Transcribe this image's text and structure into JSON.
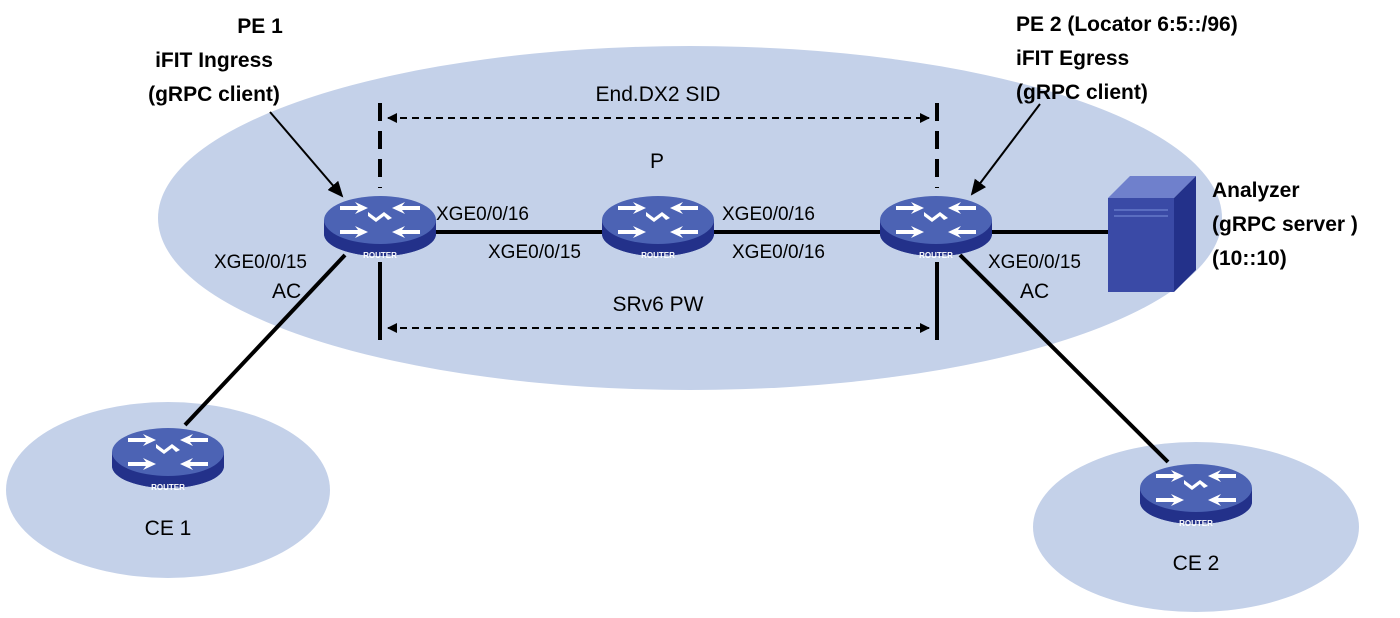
{
  "colors": {
    "cloud": "#c4d1e9",
    "router_top": "#4c63b4",
    "router_side": "#23318a",
    "link": "#000000",
    "server_front": "#2c3a98",
    "server_side": "#5a6dc0"
  },
  "icons": {
    "router": "router-icon",
    "server": "server-icon"
  },
  "devices": {
    "pe1": {
      "router_label": "ROUTER",
      "title_lines": [
        "PE 1",
        "iFIT Ingress",
        "(gRPC client)"
      ]
    },
    "p": {
      "router_label": "ROUTER",
      "name": "P"
    },
    "pe2": {
      "router_label": "ROUTER",
      "title_lines": [
        "PE 2 (Locator 6:5::/96)",
        "iFIT Egress",
        "(gRPC client)"
      ]
    },
    "ce1": {
      "router_label": "ROUTER",
      "name": "CE 1"
    },
    "ce2": {
      "router_label": "ROUTER",
      "name": "CE 2"
    },
    "analyzer": {
      "lines": [
        "Analyzer",
        "(gRPC server )",
        "(10::10)"
      ]
    }
  },
  "interfaces": {
    "pe1_up": "XGE0/0/16",
    "p_left": "XGE0/0/15",
    "p_right": "XGE0/0/16",
    "pe2_left": "XGE0/0/16",
    "pe1_down": "XGE0/0/15",
    "pe2_down": "XGE0/0/15"
  },
  "ac": {
    "left": "AC",
    "right": "AC"
  },
  "paths": {
    "sid": "End.DX2 SID",
    "pw": "SRv6 PW"
  }
}
